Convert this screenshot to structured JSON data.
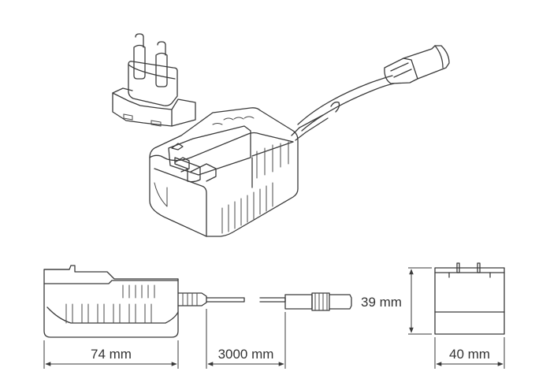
{
  "dimensions": {
    "length_label": "74 mm",
    "cable_label": "3000 mm",
    "height_label": "39 mm",
    "width_label": "40 mm"
  },
  "colors": {
    "line": "#3a3a3a",
    "text": "#333333",
    "background": "#ffffff"
  }
}
